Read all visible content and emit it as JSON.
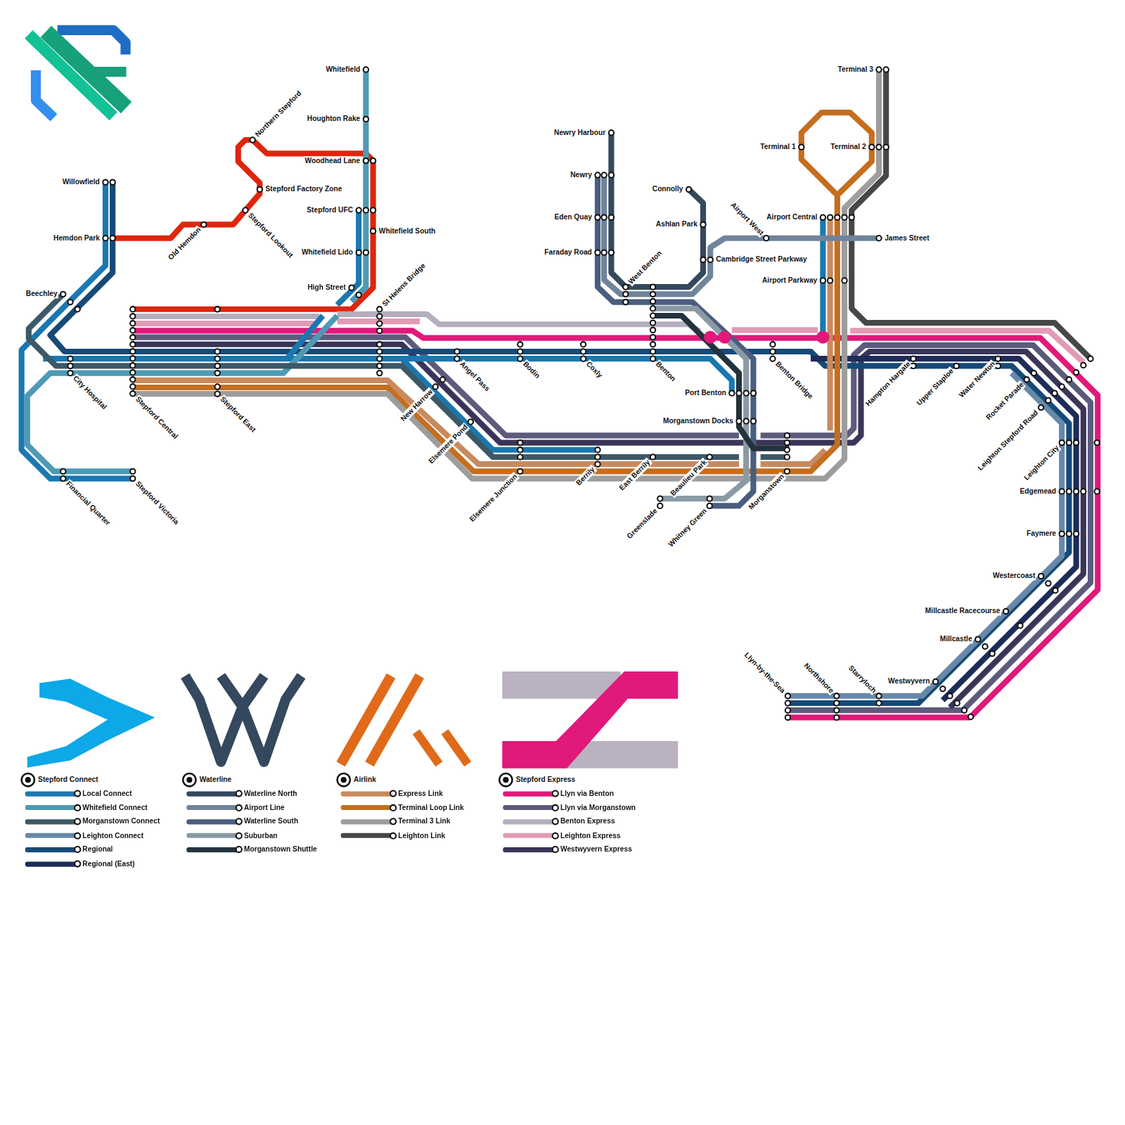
{
  "diagram": {
    "labels": [
      "Whitefield",
      "Houghton Rake",
      "Woodhead Lane",
      "Stepford UFC",
      "Whitefield South",
      "Whitefield Lido",
      "High Street",
      "St Helens Bridge",
      "Northern Stepford",
      "Stepford Factory Zone",
      "Stepford Lookout",
      "Old Hemdon",
      "Willowfield",
      "Hemdon Park",
      "Beechley",
      "City Hospital",
      "Financial Quarter",
      "Stepford Victoria",
      "Stepford Central",
      "Stepford East",
      "New Harrow",
      "Angel Pass",
      "Elsemere Pond",
      "Elsemere Junction",
      "Bodin",
      "Coxly",
      "Benton",
      "Berrily",
      "East Berrily",
      "Beaulieu Park",
      "Greenslade",
      "Whitney Green",
      "Morganstown",
      "Port Benton",
      "Morganstown Docks",
      "Benton Bridge",
      "Newry Harbour",
      "Newry",
      "Eden Quay",
      "Faraday Road",
      "West Benton",
      "Connolly",
      "Ashlan Park",
      "Cambridge Street Parkway",
      "Airport West",
      "Airport Central",
      "Airport Parkway",
      "James Street",
      "Terminal 1",
      "Terminal 2",
      "Terminal 3",
      "Hampton Hargate",
      "Upper Staploe",
      "Water Newton",
      "Rocket Parade",
      "Leighton Stepford Road",
      "Leighton City",
      "Edgemead",
      "Faymere",
      "Westercoast",
      "Millcastle Racecourse",
      "Millcastle",
      "Westwyvern",
      "Starryloch",
      "Northshore",
      "Llyn-by-the-Sea",
      "Stepford Connect",
      "Waterline",
      "Airlink",
      "Stepford Express"
    ],
    "legend": [
      {
        "text": "Local Connect",
        "color": "#1a78b0"
      },
      {
        "text": "Whitefield Connect",
        "color": "#4e9ab5"
      },
      {
        "text": "Morganstown Connect",
        "color": "#3d5866"
      },
      {
        "text": "Leighton Connect",
        "color": "#6788a8"
      },
      {
        "text": "Regional",
        "color": "#164a78"
      },
      {
        "text": "Regional (East)",
        "color": "#1e2c58"
      },
      {
        "text": "Waterline North",
        "color": "#34485e"
      },
      {
        "text": "Airport Line",
        "color": "#6f849b"
      },
      {
        "text": "Waterline South",
        "color": "#4a5d7e"
      },
      {
        "text": "Suburban",
        "color": "#8a9aa5"
      },
      {
        "text": "Morganstown Shuttle",
        "color": "#23333d"
      },
      {
        "text": "Express Link",
        "color": "#c88a5e"
      },
      {
        "text": "Terminal Loop Link",
        "color": "#c46e1f"
      },
      {
        "text": "Terminal 3 Link",
        "color": "#9d9d9d"
      },
      {
        "text": "Leighton Link",
        "color": "#474747"
      },
      {
        "text": "Llyn via Benton",
        "color": "#e0197a"
      },
      {
        "text": "Llyn via Morganstown",
        "color": "#5c5b7c"
      },
      {
        "text": "Benton Express",
        "color": "#b4aebf"
      },
      {
        "text": "Leighton Express",
        "color": "#e29ab5"
      },
      {
        "text": "Westwyvern Express",
        "color": "#3a3558"
      }
    ]
  }
}
